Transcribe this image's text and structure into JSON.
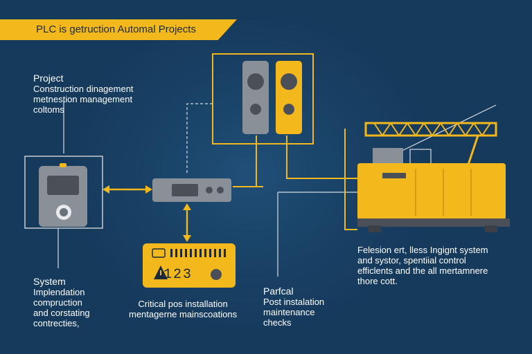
{
  "banner": {
    "title": "PLC is getruction Automal Projects"
  },
  "project": {
    "heading": "Project",
    "lines": [
      "Construction dinagement",
      "metnestion management",
      "coltoms"
    ]
  },
  "system": {
    "heading": "System",
    "lines": [
      "Implendation",
      "compruction",
      "and corstating",
      "contrecties,"
    ]
  },
  "critical": {
    "lines": [
      "Critical pos installation",
      "mentagerne mainscoations"
    ]
  },
  "partical": {
    "heading": "Parfcal",
    "lines": [
      "Post instalation",
      "maintenance",
      "checks"
    ]
  },
  "feature": {
    "lines": [
      "Felesion ert, lless Ingignt system",
      "and systor, spentiial control",
      "efficlents and the all mertamnere",
      "thore cott."
    ]
  },
  "panel": {
    "display": "123"
  },
  "colors": {
    "accent": "#f3b81c",
    "background": "#163a5c",
    "device": "#8a9097"
  }
}
